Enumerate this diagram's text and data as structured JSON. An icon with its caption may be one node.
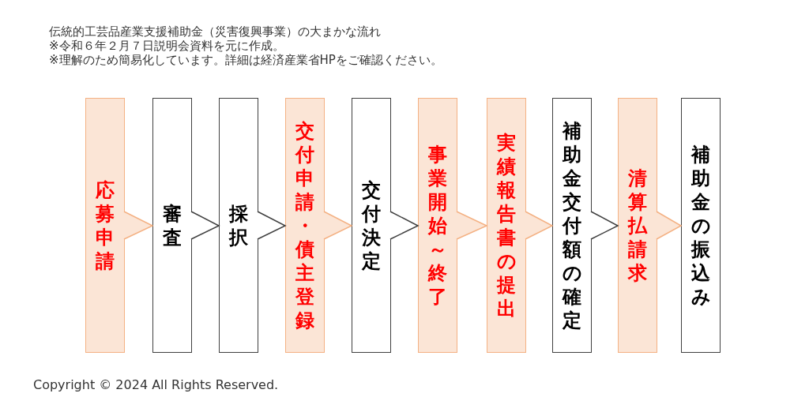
{
  "diagram": {
    "nodes": [
      {
        "text": [
          "応募申請"
        ]
      },
      {
        "text": [
          "審査"
        ]
      },
      {
        "text": [
          "採択"
        ]
      },
      {
        "text": [
          "交付申請・債主登録"
        ]
      },
      {
        "text": [
          "交付決定"
        ]
      },
      {
        "text": [
          "事業開始～終了"
        ]
      },
      {
        "text": [
          "実績報告書の提出"
        ]
      },
      {
        "text": [
          "補助金交付額の確定"
        ]
      },
      {
        "text": [
          "清算払請求"
        ]
      },
      {
        "text": [
          "補助金の振込み"
        ]
      }
    ],
    "edges": [
      {
        "from": 0,
        "to": 1,
        "arrow": "to"
      },
      {
        "from": 1,
        "to": 2,
        "arrow": "to",
        "color": "#404040"
      },
      {
        "from": 2,
        "to": 3,
        "arrow": "to",
        "color": "#404040"
      },
      {
        "from": 3,
        "to": 4,
        "arrow": "to"
      },
      {
        "from": 4,
        "to": 5,
        "arrow": "to",
        "color": "#404040"
      },
      {
        "from": 5,
        "to": 6,
        "arrow": "to"
      },
      {
        "from": 6,
        "to": 7,
        "arrow": "to"
      },
      {
        "from": 7,
        "to": 8,
        "arrow": "to",
        "color": "#404040"
      },
      {
        "from": 8,
        "to": 9,
        "arrow": "to"
      }
    ],
    "labels": [
      "伝統的工芸品産業支援補助金（災害復興事業）の大まかな流れ",
      "※令和６年２月７日説明会資料を元に作成。",
      "※理解のため簡易化しています。詳細は経済産業省HPをご確認ください。",
      "Copyright © 2024 All Rights Reserved."
    ]
  }
}
